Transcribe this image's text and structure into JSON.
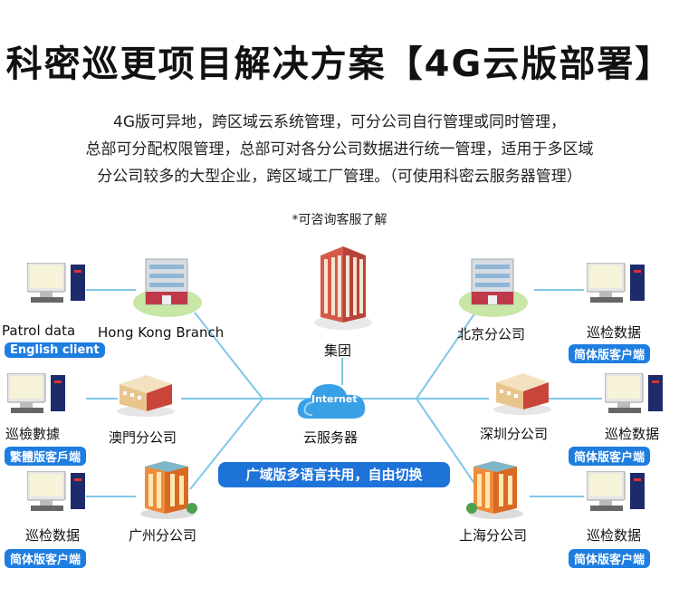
{
  "title": "科密巡更项目解决方案【4G云版部署】",
  "description": [
    "4G版可异地，跨区域云系统管理，可分公司自行管理或同时管理，",
    "总部可分配权限管理，总部可对各分公司数据进行统一管理，适用于多区域",
    "分公司较多的大型企业，跨区域工厂管理。（可使用科密云服务器管理）"
  ],
  "note": "*可咨询客服了解",
  "center": {
    "hq_label": "集团",
    "cloud_text": "Internet",
    "cloud_label": "云服务器",
    "banner": "广域版多语言共用，自由切换"
  },
  "left_branches": [
    {
      "name": "Hong Kong Branch",
      "client_label": "Patrol data",
      "client_badge": "English client"
    },
    {
      "name": "澳門分公司",
      "client_label": "巡檢數據",
      "client_badge": "繁體版客戶端"
    },
    {
      "name": "广州分公司",
      "client_label": "巡检数据",
      "client_badge": "简体版客户端"
    }
  ],
  "right_branches": [
    {
      "name": "北京分公司",
      "client_label": "巡检数据",
      "client_badge": "简体版客户端"
    },
    {
      "name": "深圳分公司",
      "client_label": "巡检数据",
      "client_badge": "简体版客户端"
    },
    {
      "name": "上海分公司",
      "client_label": "巡检数据",
      "client_badge": "简体版客户端"
    }
  ],
  "colors": {
    "line": "#7ec8e8",
    "badge": "#1e7de0",
    "banner": "#1e73d9"
  }
}
